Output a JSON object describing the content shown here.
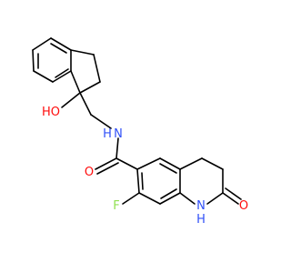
{
  "molecule": {
    "atoms": {
      "oh": "HO",
      "nh_amide": "N",
      "nh_amide_h": "H",
      "o_amide": "O",
      "f": "F",
      "nh_ring": "N",
      "nh_ring_h": "H",
      "o_lactam": "O"
    },
    "colors": {
      "carbon_bond": "#000000",
      "oxygen": "#ff0d0d",
      "nitrogen": "#3050f8",
      "fluorine": "#90e050"
    }
  }
}
